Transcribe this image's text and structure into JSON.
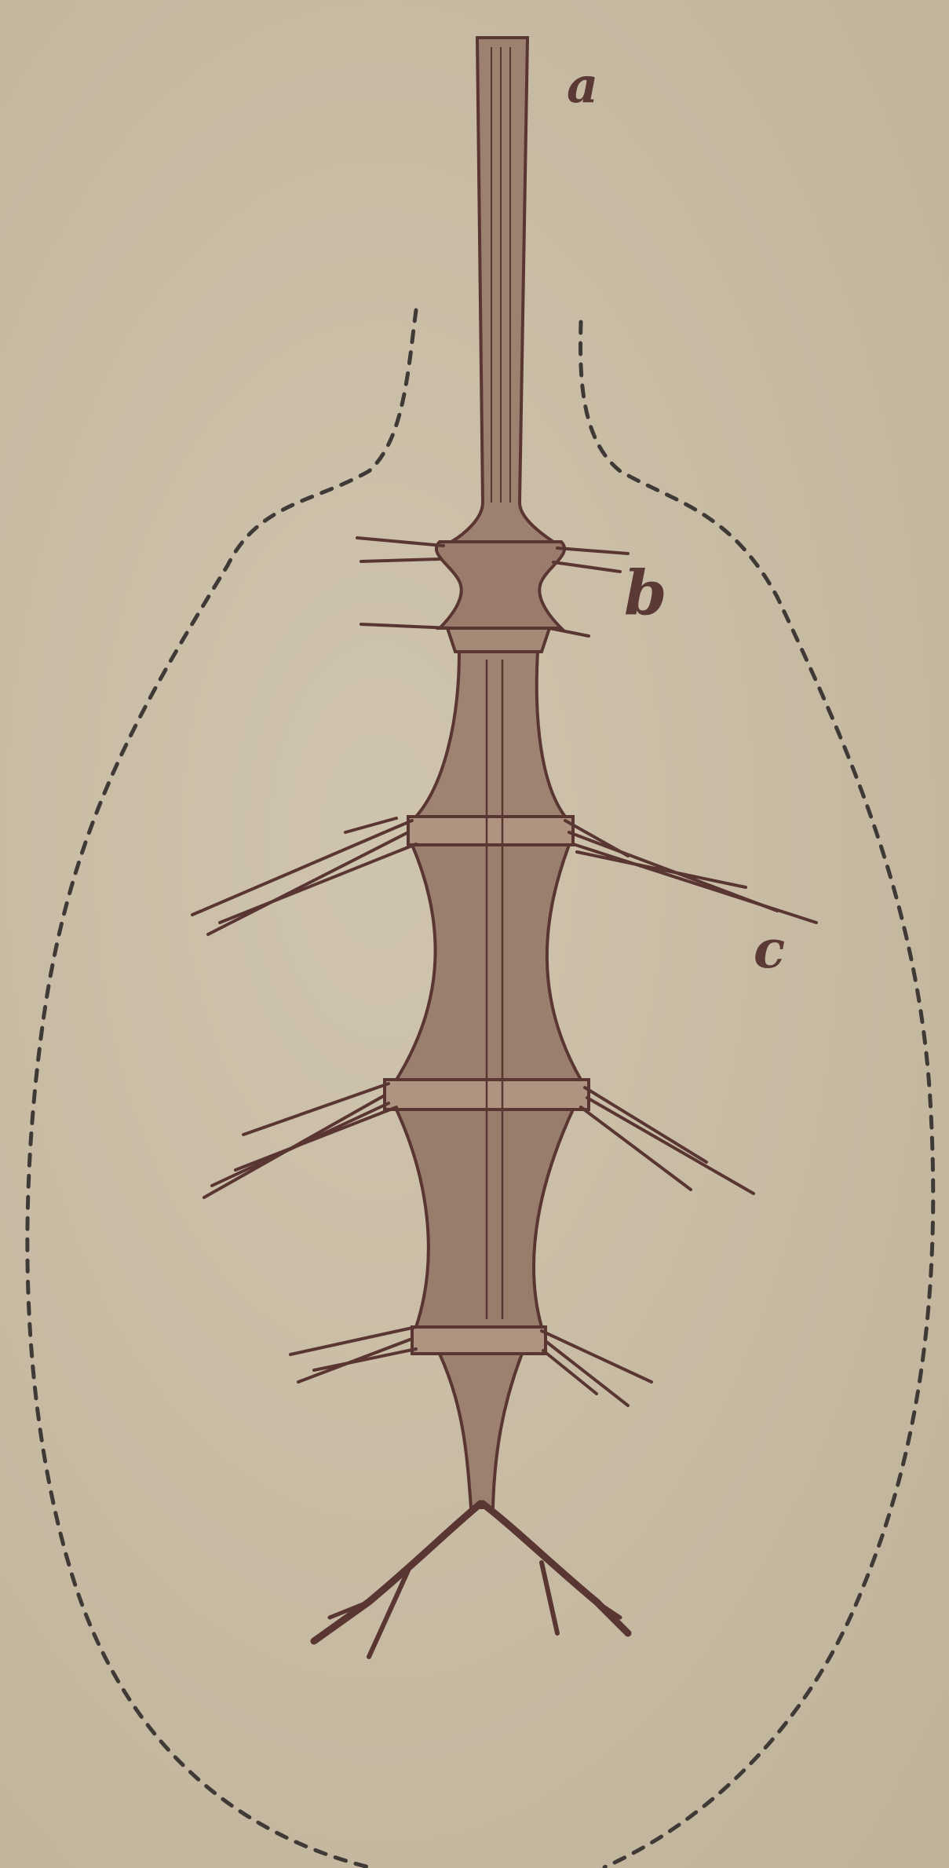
{
  "figure": {
    "labels": {
      "a": "a",
      "b": "b",
      "c": "c"
    },
    "colors": {
      "paper": "#c9bca6",
      "ink": "#6e4743",
      "ink_dark": "#4e2f2c",
      "outline": "#3f3a36"
    }
  }
}
